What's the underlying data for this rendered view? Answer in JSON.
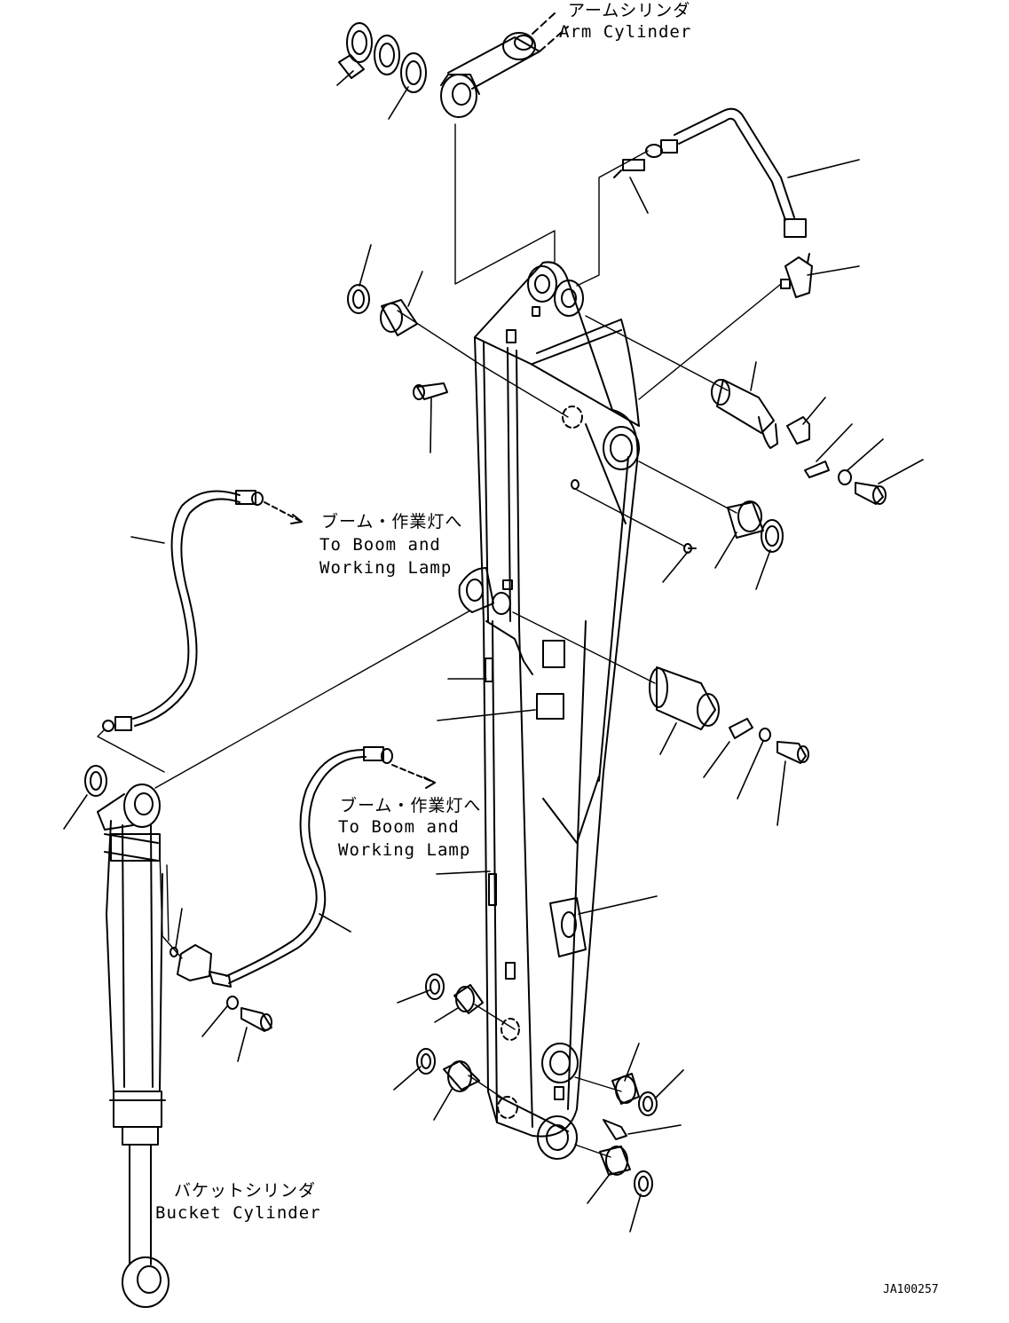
{
  "labels": {
    "arm_cylinder_jp": "アームシリンダ",
    "arm_cylinder_en": "Arm Cylinder",
    "to_boom_1_jp": "ブーム・作業灯へ",
    "to_boom_1_en1": "To Boom and",
    "to_boom_1_en2": "Working Lamp",
    "to_boom_2_jp": "ブーム・作業灯へ",
    "to_boom_2_en1": "To Boom and",
    "to_boom_2_en2": "Working Lamp",
    "bucket_cylinder_jp": "バケットシリンダ",
    "bucket_cylinder_en": "Bucket Cylinder",
    "drawing_code": "JA100257"
  }
}
